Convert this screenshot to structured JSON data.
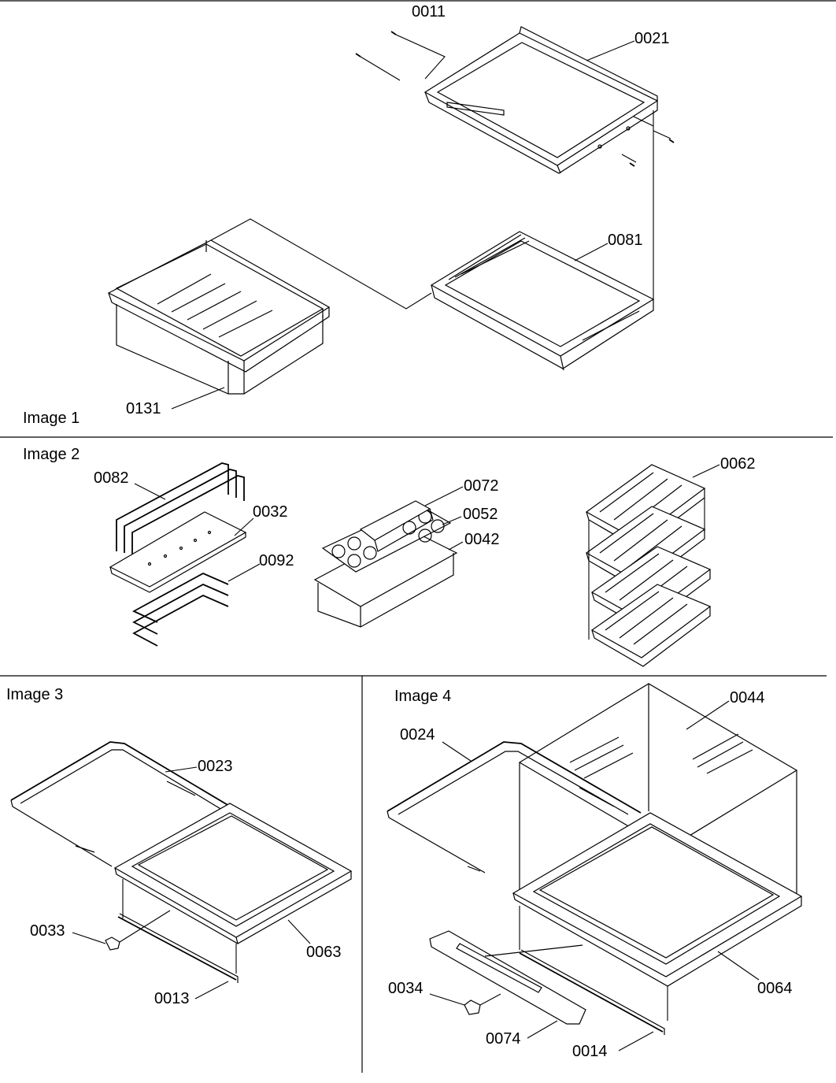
{
  "panels": {
    "p1": {
      "title": "Image 1",
      "labels": {
        "l0011": "0011",
        "l0021": "0021",
        "l0081": "0081",
        "l0131": "0131"
      }
    },
    "p2": {
      "title": "Image 2",
      "labels": {
        "l0082": "0082",
        "l0032": "0032",
        "l0092": "0092",
        "l0072": "0072",
        "l0052": "0052",
        "l0042": "0042",
        "l0062": "0062"
      }
    },
    "p3": {
      "title": "Image 3",
      "labels": {
        "l0023": "0023",
        "l0033": "0033",
        "l0063": "0063",
        "l0013": "0013"
      }
    },
    "p4": {
      "title": "Image 4",
      "labels": {
        "l0024": "0024",
        "l0044": "0044",
        "l0034": "0034",
        "l0064": "0064",
        "l0074": "0074",
        "l0014": "0014"
      }
    }
  }
}
